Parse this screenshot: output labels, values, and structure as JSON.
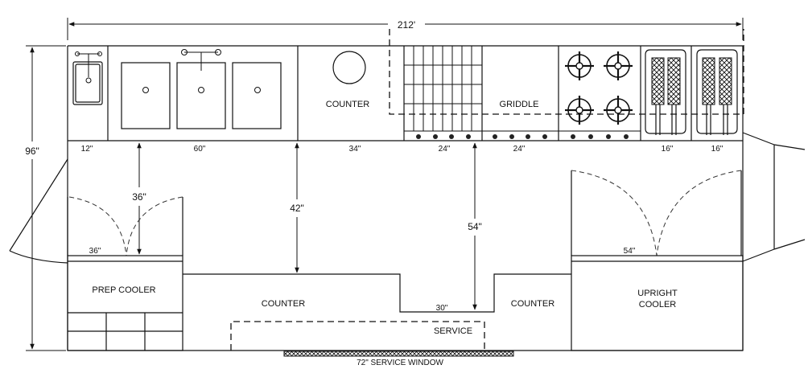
{
  "dimensions": {
    "overall_length": "212'",
    "overall_width": "96\"",
    "front_aisle_left": "36\"",
    "front_aisle_center": "42\"",
    "front_aisle_right": "54\"",
    "door_left": "36\"",
    "door_right": "54\"",
    "service_gap": "30\"",
    "equipment_widths": [
      "12\"",
      "60\"",
      "34\"",
      "24\"",
      "24\"",
      "16\"",
      "16\""
    ]
  },
  "labels": {
    "counter_top": "COUNTER",
    "griddle": "GRIDDLE",
    "prep_cooler": "PREP COOLER",
    "counter_bottom_left": "COUNTER",
    "counter_bottom_right": "COUNTER",
    "upright_cooler_line1": "UPRIGHT",
    "upright_cooler_line2": "COOLER",
    "service": "SERVICE",
    "service_window": "72\" SERVICE WINDOW"
  }
}
